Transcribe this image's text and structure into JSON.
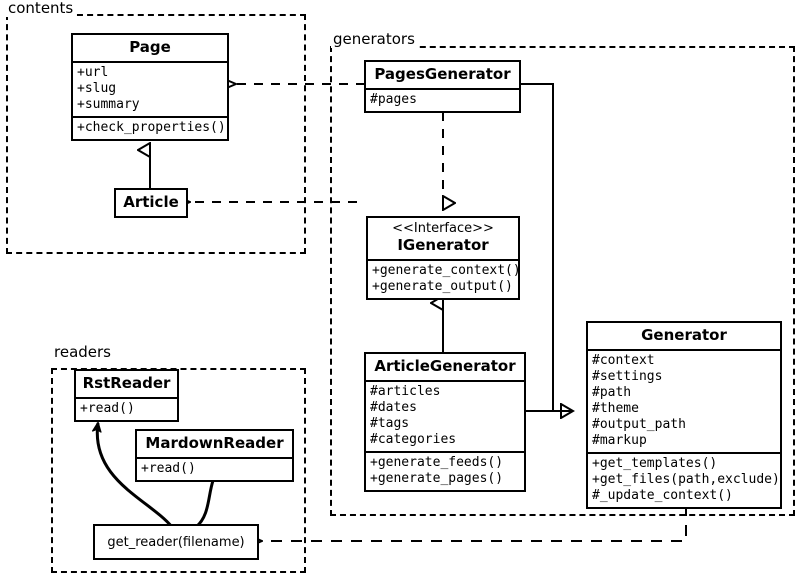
{
  "diagram": {
    "title": "Pelican static site generator UML class diagram",
    "stroke_color": "#000000",
    "background_color": "#ffffff"
  },
  "packages": [
    {
      "id": "contents",
      "label": "contents"
    },
    {
      "id": "generators",
      "label": "generators"
    },
    {
      "id": "readers",
      "label": "readers"
    }
  ],
  "classes": {
    "page": {
      "name": "Page",
      "stereotype": "",
      "attributes": [
        "+url",
        "+slug",
        "+summary"
      ],
      "methods": [
        "+check_properties()"
      ]
    },
    "article": {
      "name": "Article",
      "stereotype": "",
      "attributes": [],
      "methods": []
    },
    "pages_generator": {
      "name": "PagesGenerator",
      "stereotype": "",
      "attributes": [
        "#pages"
      ],
      "methods": []
    },
    "igenerator": {
      "name": "IGenerator",
      "stereotype": "<<Interface>>",
      "attributes": [],
      "methods": [
        "+generate_context()",
        "+generate_output()"
      ]
    },
    "article_generator": {
      "name": "ArticleGenerator",
      "stereotype": "",
      "attributes": [
        "#articles",
        "#dates",
        "#tags",
        "#categories"
      ],
      "methods": [
        "+generate_feeds()",
        "+generate_pages()"
      ]
    },
    "generator": {
      "name": "Generator",
      "stereotype": "",
      "attributes": [
        "#context",
        "#settings",
        "#path",
        "#theme",
        "#output_path",
        "#markup"
      ],
      "methods": [
        "+get_templates()",
        "+get_files(path,exclude)",
        "#_update_context()"
      ]
    },
    "rst_reader": {
      "name": "RstReader",
      "stereotype": "",
      "attributes": [],
      "methods": [
        "+read()"
      ]
    },
    "markdown_reader": {
      "name": "MardownReader",
      "stereotype": "",
      "attributes": [],
      "methods": [
        "+read()"
      ]
    },
    "get_reader": {
      "name": "get_reader(filename)",
      "stereotype": "",
      "attributes": [],
      "methods": []
    }
  },
  "relationships": [
    {
      "id": "article-inherits-page",
      "from": "Article",
      "to": "Page",
      "type": "generalization"
    },
    {
      "id": "pagesgen-realizes-igenerator",
      "from": "PagesGenerator",
      "to": "IGenerator",
      "type": "realization"
    },
    {
      "id": "articlegen-inherits-igen",
      "from": "ArticleGenerator",
      "to": "IGenerator",
      "type": "generalization"
    },
    {
      "id": "pagesgen-inherits-generator",
      "from": "PagesGenerator",
      "to": "Generator",
      "type": "generalization"
    },
    {
      "id": "articlegen-inherits-generator",
      "from": "ArticleGenerator",
      "to": "Generator",
      "type": "generalization"
    },
    {
      "id": "pagesgen-depends-page",
      "from": "PagesGenerator",
      "to": "Page",
      "type": "dependency"
    },
    {
      "id": "articlegen-depends-article",
      "from": "ArticleGenerator",
      "to": "Article",
      "type": "dependency"
    },
    {
      "id": "generator-depends-get-reader",
      "from": "Generator",
      "to": "get_reader",
      "type": "dependency"
    },
    {
      "id": "getreader-creates-rstreader",
      "from": "get_reader",
      "to": "RstReader",
      "type": "association"
    },
    {
      "id": "getreader-creates-mdreader",
      "from": "get_reader",
      "to": "MardownReader",
      "type": "association"
    }
  ]
}
